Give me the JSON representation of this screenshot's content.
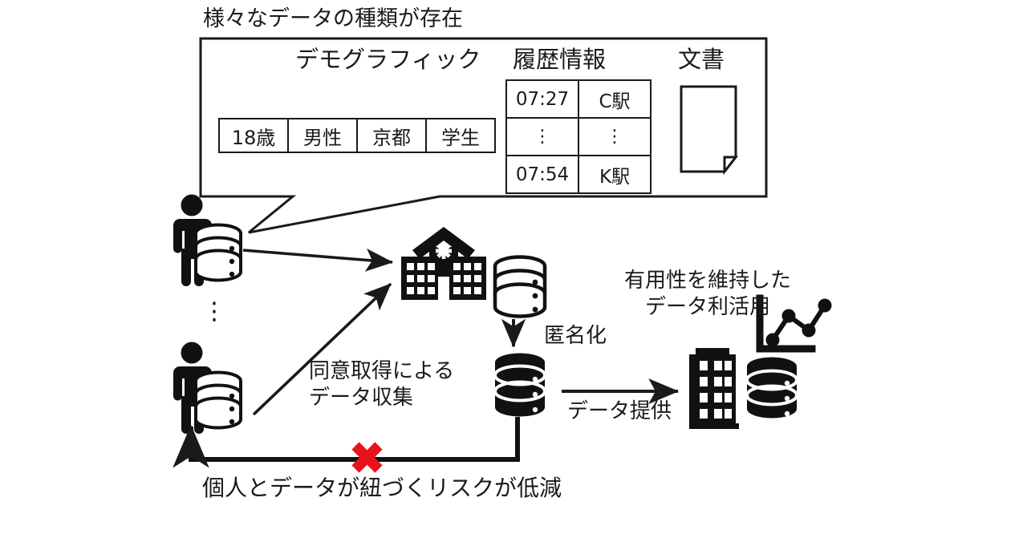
{
  "caption": {
    "top": "様々なデータの種類が存在",
    "bottom": "個人とデータが紐づくリスクが低減"
  },
  "data_types_box": {
    "headers": {
      "demographic": "デモグラフィック",
      "history": "履歴情報",
      "document": "文書"
    },
    "demographic_row": [
      "18歳",
      "男性",
      "京都",
      "学生"
    ],
    "history_rows": [
      [
        "07:27",
        "C駅"
      ],
      [
        "⋮",
        "⋮"
      ],
      [
        "07:54",
        "K駅"
      ]
    ]
  },
  "flow_labels": {
    "consent_collection_line1": "同意取得による",
    "consent_collection_line2": "データ収集",
    "anonymize": "匿名化",
    "provide": "データ提供",
    "utilize_line1": "有用性を維持した",
    "utilize_line2": "データ利活用"
  },
  "ellipsis": "⋮",
  "colors": {
    "ink": "#1a1a1a",
    "cross_red": "#e8121a",
    "background": "#ffffff"
  },
  "icons": {
    "person_top": "person-icon",
    "person_bottom": "person-icon",
    "personal_db_top": "database-outline-icon",
    "personal_db_bottom": "database-outline-icon",
    "school": "school-building-icon",
    "school_db": "database-outline-icon",
    "anonymized_db": "database-filled-icon",
    "company": "office-building-icon",
    "company_db": "database-filled-icon",
    "chart": "line-chart-icon",
    "document_page": "document-page-icon",
    "blocked_link": "red-cross-icon"
  }
}
